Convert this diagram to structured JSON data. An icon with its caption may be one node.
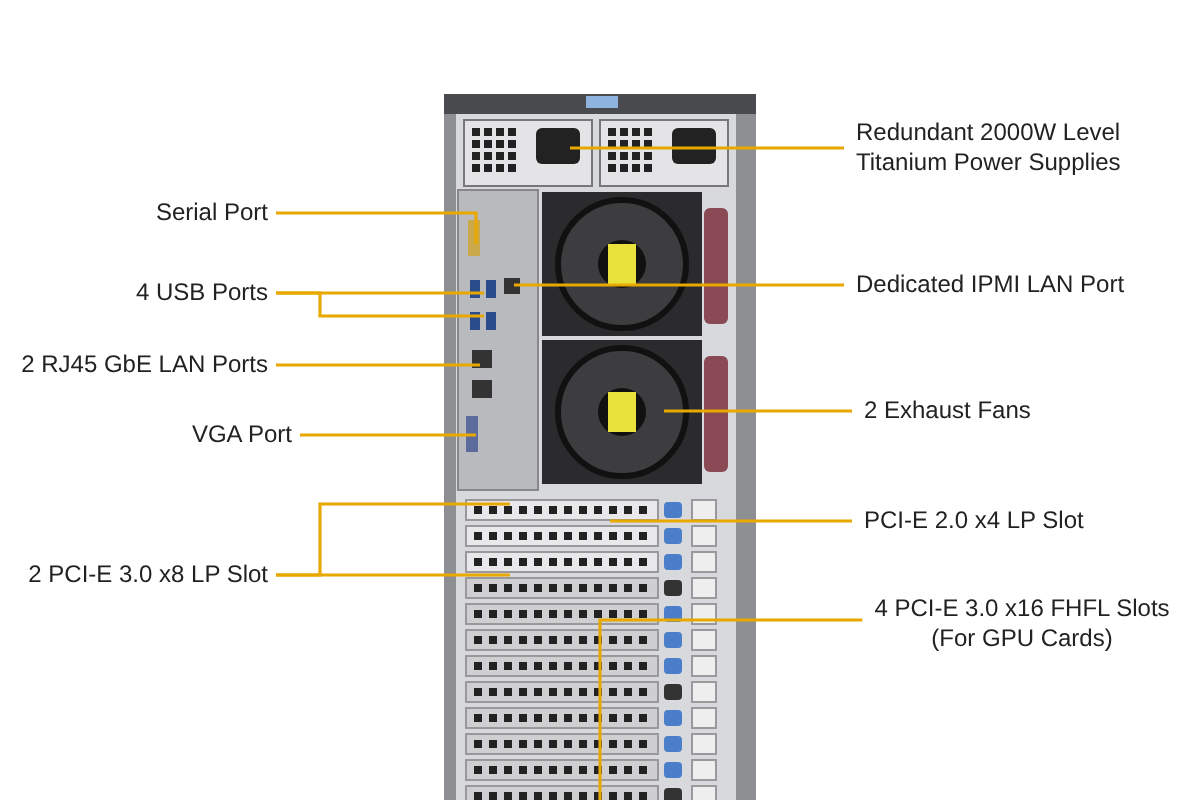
{
  "diagram": {
    "nodes": [
      {
        "text": [
          "Redundant 2000W Level Titanium Power Supplies"
        ]
      },
      {
        "text": [
          "Serial Port"
        ]
      },
      {
        "text": [
          "4 USB Ports"
        ]
      },
      {
        "text": [
          "Dedicated IPMI LAN Port"
        ]
      },
      {
        "text": [
          "2 RJ45 GbE LAN Ports"
        ]
      },
      {
        "text": [
          "VGA Port"
        ]
      },
      {
        "text": [
          "2 Exhaust Fans"
        ]
      },
      {
        "text": [
          "PCI-E 2.0 x4 LP Slot"
        ]
      },
      {
        "text": [
          "2 PCI-E 3.0 x8 LP Slot"
        ]
      },
      {
        "text": [
          "4 PCI-E 3.0 x16 FHFL Slots (For GPU Cards)"
        ]
      }
    ],
    "edges": [
      {
        "from": 0,
        "to": null,
        "arrow": "none"
      },
      {
        "from": 1,
        "to": null,
        "arrow": "none"
      },
      {
        "from": 2,
        "to": null,
        "arrow": "none"
      },
      {
        "from": 2,
        "to": null,
        "arrow": "none"
      },
      {
        "from": 3,
        "to": null,
        "arrow": "none"
      },
      {
        "from": 4,
        "to": null,
        "arrow": "none"
      },
      {
        "from": 5,
        "to": null,
        "arrow": "none"
      },
      {
        "from": 6,
        "to": null,
        "arrow": "none"
      },
      {
        "from": 7,
        "to": null,
        "arrow": "none"
      },
      {
        "from": 8,
        "to": null,
        "arrow": "none"
      },
      {
        "from": 8,
        "to": null,
        "arrow": "none"
      },
      {
        "from": 9,
        "to": null,
        "arrow": "none"
      }
    ]
  }
}
